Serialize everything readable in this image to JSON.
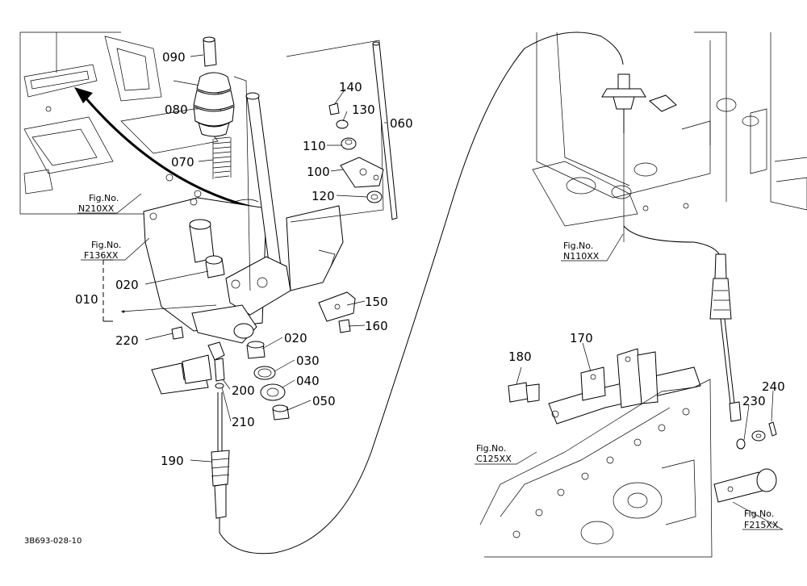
{
  "part_numbers": [
    "090",
    "080",
    "070",
    "140",
    "130",
    "110",
    "100",
    "120",
    "060",
    "020",
    "010",
    "220",
    "150",
    "160",
    "020",
    "030",
    "040",
    "050",
    "200",
    "210",
    "190",
    "170",
    "180",
    "230",
    "240"
  ],
  "figure_refs": [
    {
      "prefix": "Fig.No.",
      "code": "N210XX"
    },
    {
      "prefix": "Fig.No.",
      "code": "F136XX"
    },
    {
      "prefix": "Fig.No.",
      "code": "N110XX"
    },
    {
      "prefix": "Fig.No.",
      "code": "C125XX"
    },
    {
      "prefix": "Fig.No.",
      "code": "F215XX"
    }
  ],
  "drawing_code": "3B693-028-10"
}
